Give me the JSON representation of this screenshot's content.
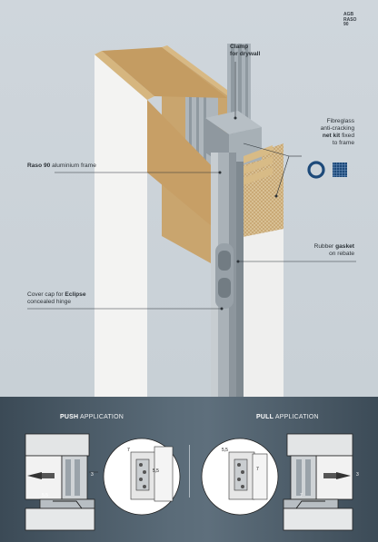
{
  "corner_code": [
    "AGB",
    "RASO",
    "90"
  ],
  "labels": {
    "clamp": {
      "bold": "Clamp",
      "rest": "for drywall"
    },
    "fibreglass": {
      "line1": "Fibreglass",
      "line2": "anti-cracking",
      "line3_bold": "net kit",
      "line3_rest": " fixed",
      "line4": "to frame"
    },
    "raso": {
      "bold": "Raso 90",
      "rest": " aluminium frame"
    },
    "rubber": {
      "line1_pre": "Rubber ",
      "line1_bold": "gasket",
      "line2": "on rebate"
    },
    "cover": {
      "line1_pre": "Cover cap for ",
      "line1_bold": "Eclipse",
      "line2": "concealed hinge"
    }
  },
  "push": {
    "bold": "PUSH",
    "rest": " APPLICATION",
    "dim_a": "7",
    "dim_b": "5,5",
    "dim_c": "3",
    "dim_d": "5,5"
  },
  "pull": {
    "bold": "PULL",
    "rest": " APPLICATION",
    "dim_a": "5,5",
    "dim_b": "7",
    "dim_c": "3",
    "dim_d": "7"
  },
  "colors": {
    "accent_blue": "#1d4a7a",
    "frame_grey": "#9aa3aa",
    "plaster": "#c9a26a",
    "wall_white": "#f1f2f2"
  }
}
